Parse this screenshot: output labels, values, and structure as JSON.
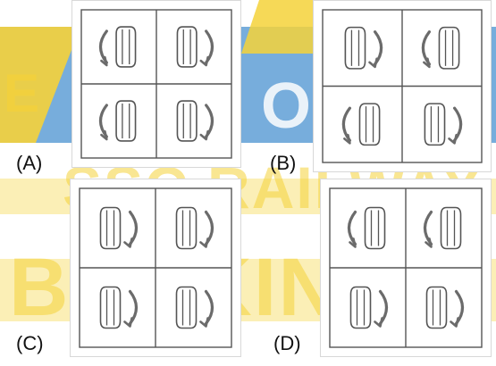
{
  "colors": {
    "banner_blue": "#5f9fd6",
    "banner_yellow": "#f5d23a",
    "watermark_red": "#e0463a",
    "line": "#555555",
    "arrow": "#6b6b6b"
  },
  "watermark": {
    "line1": "SSC RAILWAY",
    "line2": "BANKING",
    "letters": [
      "E",
      "O"
    ]
  },
  "options": [
    {
      "label": "(A)",
      "cells": [
        "arrow-ccw-left",
        "arrow-cw-right",
        "arrow-ccw-left",
        "arrow-cw-right"
      ]
    },
    {
      "label": "(B)",
      "cells": [
        "arrow-cw-right",
        "arrow-ccw-left",
        "arrow-ccw-left",
        "arrow-cw-right"
      ]
    },
    {
      "label": "(C)",
      "cells": [
        "arrow-cw-right",
        "arrow-cw-right",
        "arrow-cw-right",
        "arrow-cw-right"
      ]
    },
    {
      "label": "(D)",
      "cells": [
        "arrow-ccw-left",
        "arrow-ccw-left",
        "arrow-cw-right",
        "arrow-cw-right"
      ]
    }
  ]
}
